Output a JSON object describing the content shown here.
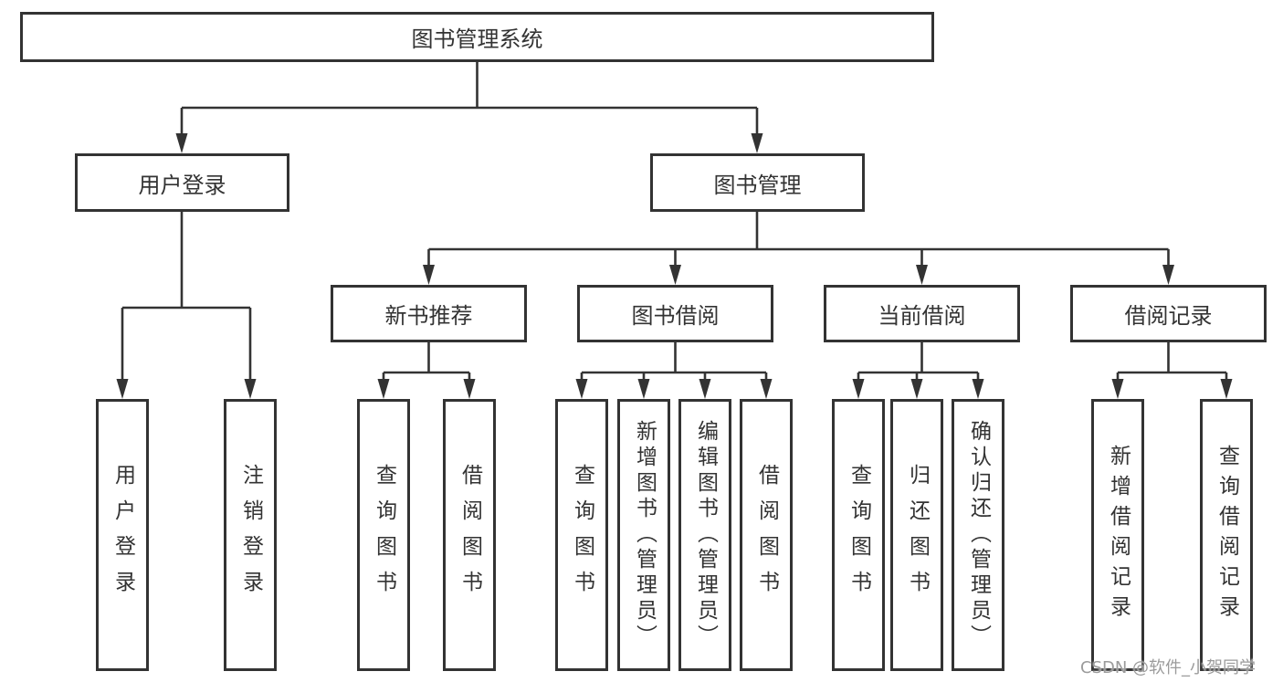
{
  "diagram": {
    "title": "图书管理系统",
    "nodes": {
      "root": "图书管理系统",
      "user_login": "用户登录",
      "book_mgmt": "图书管理",
      "new_book_rec": "新书推荐",
      "book_borrow": "图书借阅",
      "current_borrow": "当前借阅",
      "borrow_record": "借阅记录"
    },
    "leaves": [
      {
        "label": "用户登录"
      },
      {
        "label": "注销登录"
      },
      {
        "label": "查询图书"
      },
      {
        "label": "借阅图书"
      },
      {
        "label": "查询图书"
      },
      {
        "label": "新增图书（管理员）"
      },
      {
        "label": "编辑图书（管理员）"
      },
      {
        "label": "借阅图书"
      },
      {
        "label": "查询图书"
      },
      {
        "label": "归还图书"
      },
      {
        "label": "确认归还（管理员）"
      },
      {
        "label": "新增借阅记录"
      },
      {
        "label": "查询借阅记录"
      }
    ],
    "watermark": "CSDN @软件_小贺同学",
    "colors": {
      "line": "#333333",
      "text": "#333333",
      "watermark": "#9b9b9b",
      "background": "#ffffff"
    }
  }
}
